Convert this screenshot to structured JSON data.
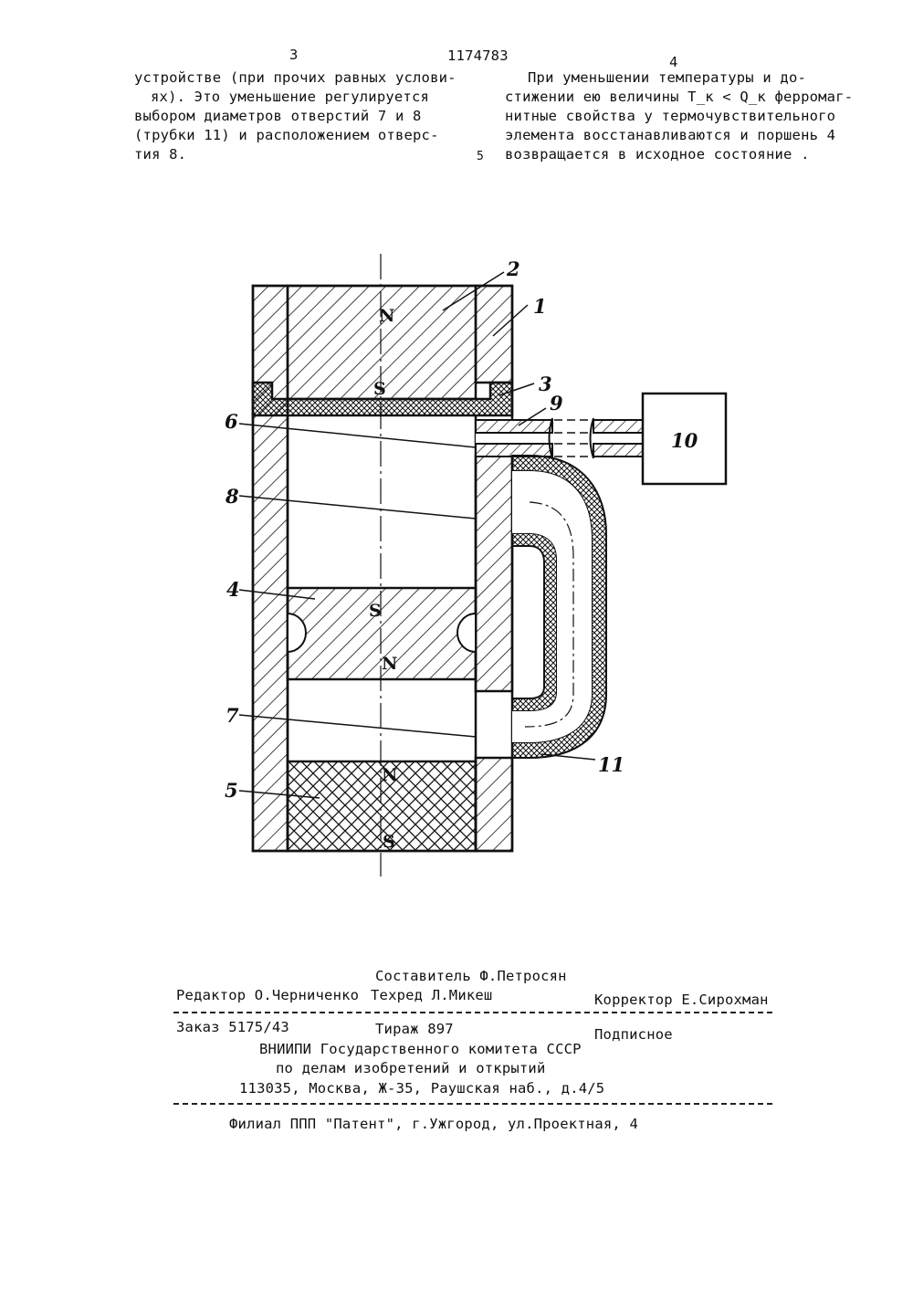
{
  "header": {
    "page_left": "3",
    "patent_number": "1174783",
    "page_right": "4",
    "line_number": "5"
  },
  "left_column": [
    "устройстве (при прочих равных услови-",
    "ях). Это уменьшение регулируется",
    "выбором диаметров отверстий 7 и 8",
    "(трубки 11) и расположением отверс-",
    "тия 8."
  ],
  "right_column": [
    "При уменьшении температуры и до-",
    "стижении ею величины T_к < Q_к ферромаг-",
    "нитные свойства у термочувствительного",
    "элемента восстанавливаются и поршень 4",
    "возвращается в исходное состояние ."
  ],
  "figure": {
    "labels": [
      "1",
      "2",
      "3",
      "4",
      "5",
      "6",
      "7",
      "8",
      "9",
      "10",
      "11"
    ],
    "poles": [
      "N",
      "S",
      "S",
      "N",
      "N",
      "S"
    ]
  },
  "colophon": {
    "compiler": "Составитель Ф.Петросян",
    "editor": "Редактор О.Черниченко",
    "techred": "Техред Л.Микеш",
    "corrector": "Корректор Е.Сирохман",
    "order": "Заказ 5175/43",
    "circulation": "Тираж 897",
    "subscription": "Подписное",
    "org_line1": "ВНИИПИ Государственного комитета СССР",
    "org_line2": "по делам изобретений и открытий",
    "address": "113035, Москва, Ж-35, Раушская наб., д.4/5",
    "branch": "Филиал ППП \"Патент\", г.Ужгород, ул.Проектная, 4"
  }
}
